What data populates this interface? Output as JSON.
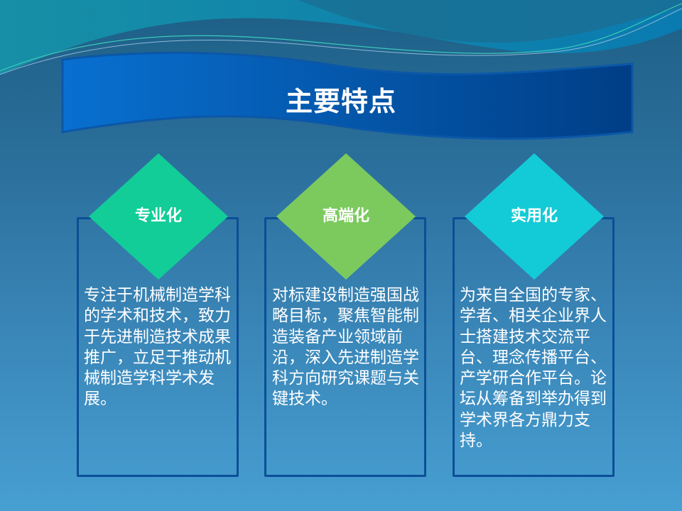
{
  "title": "主要特点",
  "cards": [
    {
      "heading": "专业化",
      "color": "#12cd98",
      "text": "专注于机械制造学科的学术和技术，致力于先进制造技术成果推广，立足于推动机械制造学科学术发展。"
    },
    {
      "heading": "高端化",
      "color": "#7cca5e",
      "text": "对标建设制造强国战略目标，聚焦智能制造装备产业领域前沿，深入先进制造学科方向研究课题与关键技术。"
    },
    {
      "heading": "实用化",
      "color": "#13cbd6",
      "text": "为来自全国的专家、学者、相关企业界人士搭建技术交流平台、理念传播平台、产学研合作平台。论坛从筹备到举办得到学术界各方鼎力支持。"
    }
  ]
}
